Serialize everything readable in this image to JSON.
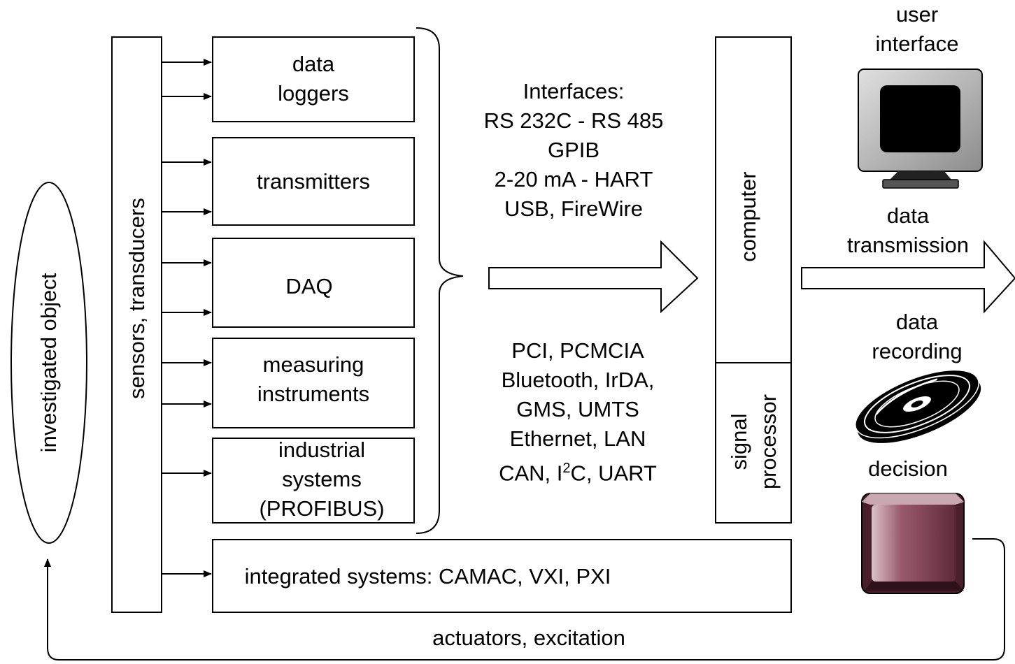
{
  "investigated_object": "investigated object",
  "sensors": "sensors, transducers",
  "blocks": {
    "data_loggers": [
      "data",
      "loggers"
    ],
    "transmitters": "transmitters",
    "daq": "DAQ",
    "measuring_instruments": [
      "measuring",
      "instruments"
    ],
    "industrial_systems": [
      "industrial",
      "systems",
      "(PROFIBUS)"
    ],
    "integrated_systems": "integrated systems: CAMAC, VXI, PXI"
  },
  "interfaces_top": [
    "Interfaces:",
    "RS 232C - RS 485",
    "GPIB",
    "2-20 mA - HART",
    "USB, FireWire"
  ],
  "interfaces_bottom": {
    "line1": "PCI, PCMCIA",
    "line2": "Bluetooth, IrDA,",
    "line3": "GMS, UMTS",
    "line4": "Ethernet, LAN",
    "line5_prefix": "CAN, I",
    "line5_sup": "2",
    "line5_suffix": "C, UART"
  },
  "computer": "computer",
  "signal_processor": [
    "signal",
    "processor"
  ],
  "outputs": {
    "user_interface": [
      "user",
      "interface"
    ],
    "data_transmission": [
      "data",
      "transmission"
    ],
    "data_recording": [
      "data",
      "recording"
    ],
    "decision": "decision"
  },
  "feedback": "actuators, excitation",
  "icons": [
    "monitor-icon",
    "disc-icon",
    "button-icon"
  ],
  "colors": {
    "line": "#000000",
    "monitor_body": "#b8b8b8",
    "decision_button": "#7a3d4e"
  }
}
